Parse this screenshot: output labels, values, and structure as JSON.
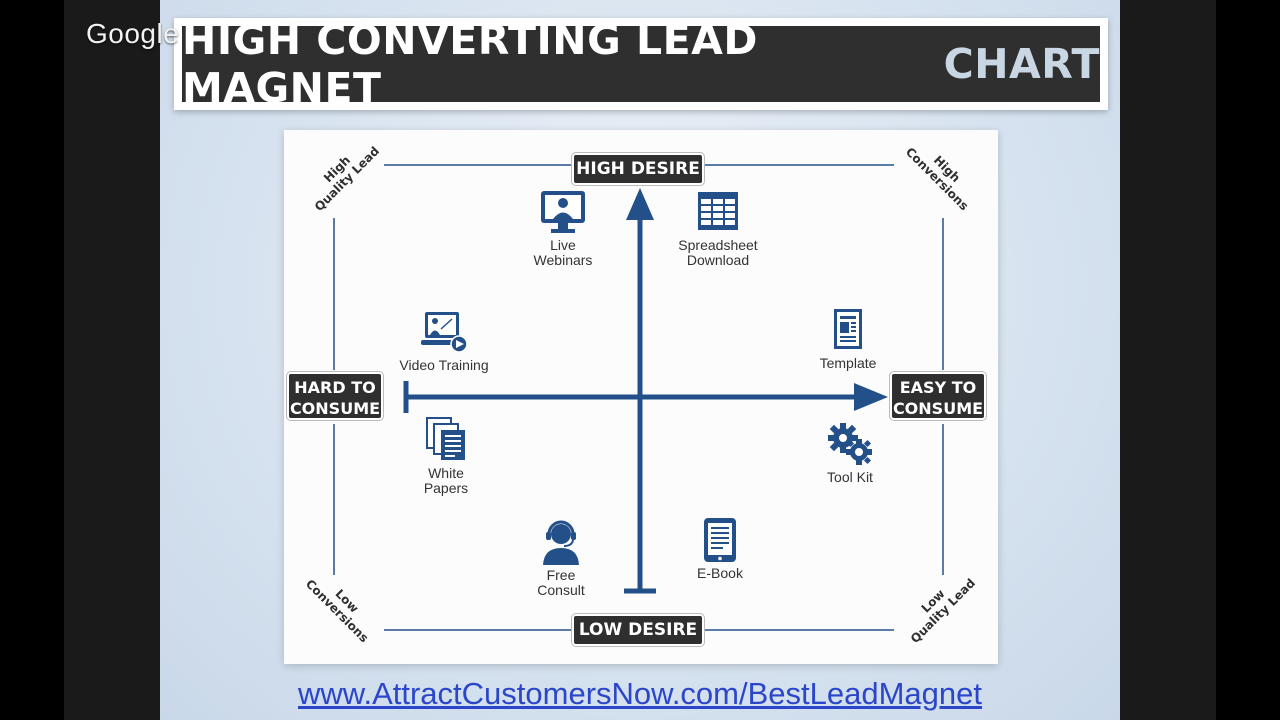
{
  "watermark": {
    "text": "Google"
  },
  "slide": {
    "title_main": "HIGH CONVERTING LEAD MAGNET",
    "title_accent": "CHART",
    "footer_url": "www.AttractCustomersNow.com/BestLeadMagnet"
  },
  "chart": {
    "axes": {
      "top": "HIGH DESIRE",
      "bottom": "LOW DESIRE",
      "left_line1": "HARD TO",
      "left_line2": "CONSUME",
      "right_line1": "EASY TO",
      "right_line2": "CONSUME"
    },
    "corners": {
      "top_left_line1": "High",
      "top_left_line2": "Quality Lead",
      "top_right_line1": "High",
      "top_right_line2": "Conversions",
      "bottom_left_line1": "Low",
      "bottom_left_line2": "Conversions",
      "bottom_right_line1": "Low",
      "bottom_right_line2": "Quality Lead"
    },
    "items": {
      "webinars": {
        "label": "Live\nWebinars",
        "icon": "webinar-icon"
      },
      "spreadsheet": {
        "label": "Spreadsheet\nDownload",
        "icon": "spreadsheet-icon"
      },
      "video": {
        "label": "Video Training",
        "icon": "video-training-icon"
      },
      "template": {
        "label": "Template",
        "icon": "template-icon"
      },
      "whitepapers": {
        "label": "White\nPapers",
        "icon": "documents-icon"
      },
      "toolkit": {
        "label": "Tool Kit",
        "icon": "gears-icon"
      },
      "consult": {
        "label": "Free\nConsult",
        "icon": "headset-person-icon"
      },
      "ebook": {
        "label": "E-Book",
        "icon": "ebook-icon"
      }
    }
  },
  "colors": {
    "accent_blue": "#24508a",
    "banner_dark": "#2f2f2f",
    "link_blue": "#2b46c9"
  }
}
